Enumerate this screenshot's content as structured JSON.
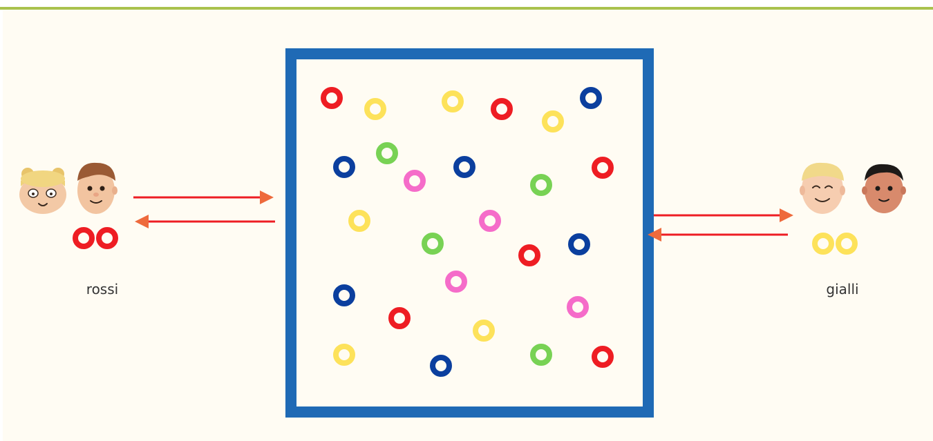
{
  "groups": {
    "left": {
      "label": "rossi",
      "ring_color": "#ee1d23",
      "people": [
        "girl-avatar-icon",
        "boy-avatar-icon"
      ]
    },
    "right": {
      "label": "gialli",
      "ring_color": "#fde25a",
      "people": [
        "blond-boy-avatar-icon",
        "dark-hair-man-avatar-icon"
      ]
    }
  },
  "box": {
    "border_color": "#1f6ab5"
  },
  "colors": {
    "red": "#ee1d23",
    "yellow": "#fde25a",
    "blue": "#0b3f9e",
    "green": "#78d254",
    "pink": "#f56cc9",
    "arrow_line": "#ee1d23",
    "arrow_head": "#ee6a3c",
    "frame": "#a9c24d"
  },
  "rings": [
    {
      "color": "red"
    },
    {
      "color": "yellow"
    },
    {
      "color": "yellow"
    },
    {
      "color": "red"
    },
    {
      "color": "yellow"
    },
    {
      "color": "blue"
    },
    {
      "color": "blue"
    },
    {
      "color": "green"
    },
    {
      "color": "pink"
    },
    {
      "color": "blue"
    },
    {
      "color": "green"
    },
    {
      "color": "red"
    },
    {
      "color": "yellow"
    },
    {
      "color": "green"
    },
    {
      "color": "pink"
    },
    {
      "color": "red"
    },
    {
      "color": "blue"
    },
    {
      "color": "pink"
    },
    {
      "color": "blue"
    },
    {
      "color": "red"
    },
    {
      "color": "yellow"
    },
    {
      "color": "pink"
    },
    {
      "color": "yellow"
    },
    {
      "color": "blue"
    },
    {
      "color": "green"
    },
    {
      "color": "red"
    }
  ]
}
